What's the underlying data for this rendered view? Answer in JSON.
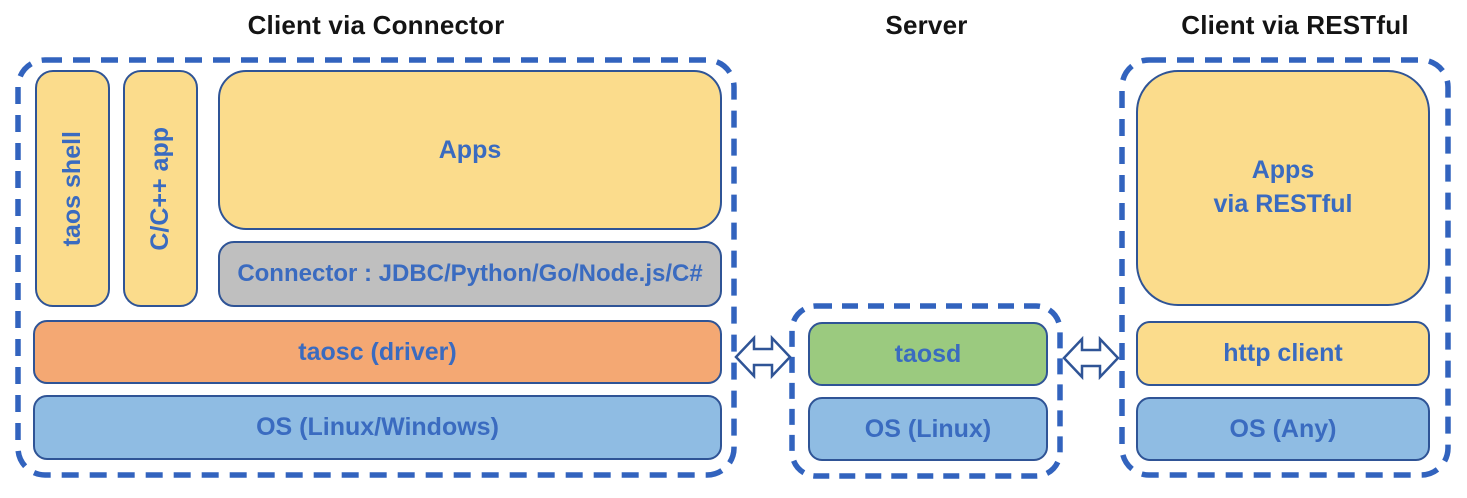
{
  "sections": {
    "connector": {
      "title": "Client via Connector",
      "boxes": {
        "taos_shell": "taos shell",
        "cpp_app": "C/C++ app",
        "apps": "Apps",
        "connector_bar": "Connector : JDBC/Python/Go/Node.js/C#",
        "taosc": "taosc (driver)",
        "os": "OS (Linux/Windows)"
      }
    },
    "server": {
      "title": "Server",
      "boxes": {
        "taosd": "taosd",
        "os": "OS (Linux)"
      }
    },
    "restful": {
      "title": "Client via RESTful",
      "boxes": {
        "apps": "Apps\nvia RESTful",
        "http_client": "http client",
        "os": "OS (Any)"
      }
    }
  },
  "icons": {
    "left_link": "bidirectional-arrow",
    "right_link": "bidirectional-arrow"
  },
  "colors": {
    "app_fill": "#FBDC8C",
    "driver_fill": "#F4A873",
    "server_fill": "#9BCA7F",
    "os_fill": "#8FBCE3",
    "connector_fill": "#BFBFBF",
    "box_border": "#2F5496",
    "label_text": "#3A6BC0",
    "dashed_outline": "#3263BE",
    "title_text": "#141414"
  }
}
